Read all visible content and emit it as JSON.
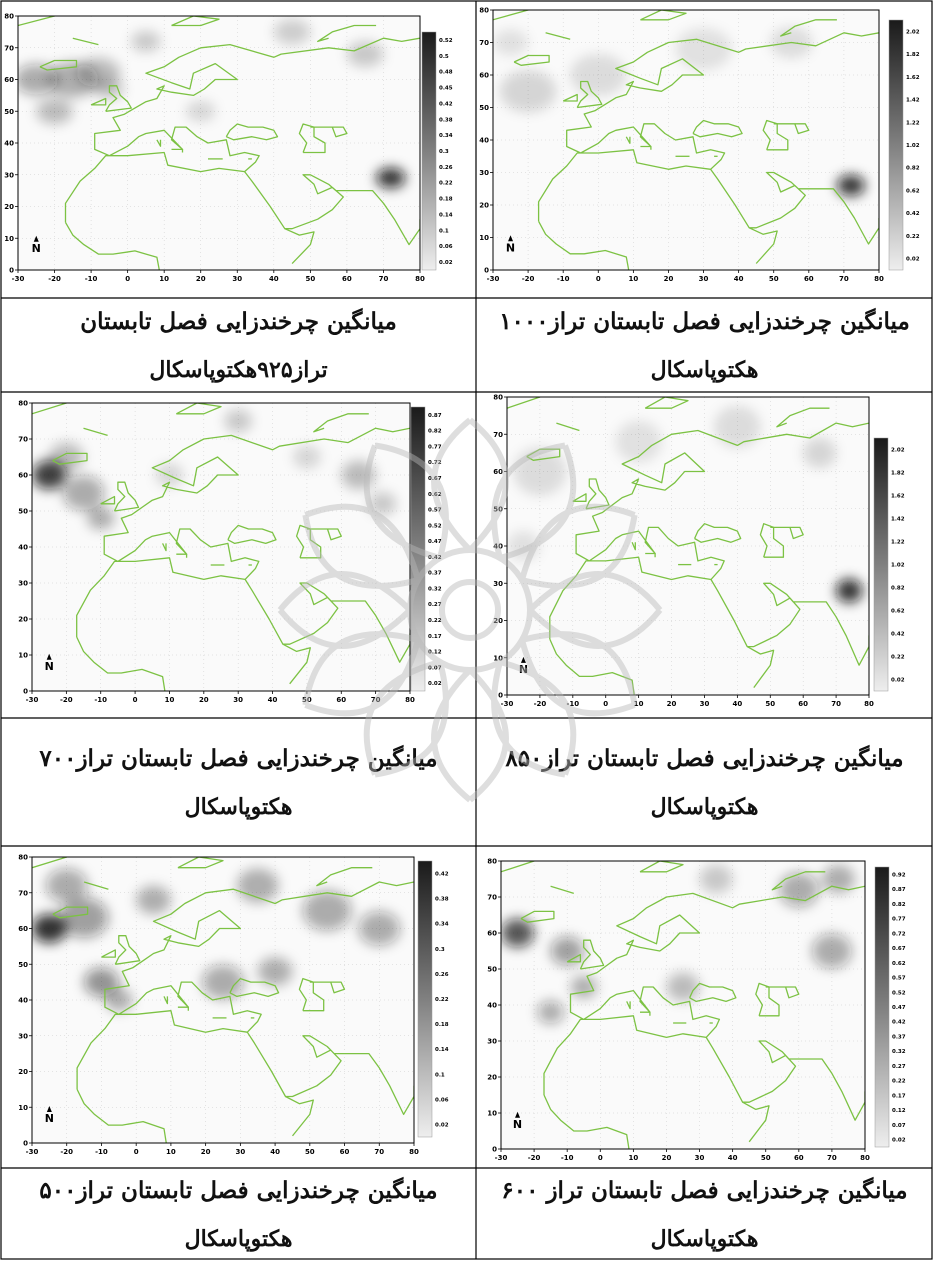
{
  "colors": {
    "coast": "#7cc243",
    "border": "#000000",
    "shade": "#111111",
    "grid": "#cccccc",
    "watermark": "#b8b8b8"
  },
  "axis": {
    "x_ticks": [
      "-30",
      "-20",
      "-10",
      "0",
      "10",
      "20",
      "30",
      "40",
      "50",
      "60",
      "70",
      "80"
    ],
    "y_ticks": [
      "0",
      "10",
      "20",
      "30",
      "40",
      "50",
      "60",
      "70",
      "80"
    ],
    "north_label": "N"
  },
  "panels": [
    {
      "id": "p925",
      "caption_line1": "میانگین چرخندزایی فصل تابستان",
      "caption_line2": "تراز۹۲۵هکتوپاسکال",
      "colorbar": [
        "0.52",
        "0.5",
        "0.48",
        "0.45",
        "0.42",
        "0.38",
        "0.34",
        "0.3",
        "0.26",
        "0.22",
        "0.18",
        "0.14",
        "0.1",
        "0.06",
        "0.02"
      ],
      "blobs": [
        [
          -25,
          60,
          6,
          0.35
        ],
        [
          -15,
          60,
          7,
          0.3
        ],
        [
          -20,
          50,
          5,
          0.25
        ],
        [
          -8,
          62,
          6,
          0.25
        ],
        [
          5,
          72,
          4,
          0.2
        ],
        [
          72,
          29,
          4,
          0.85
        ],
        [
          -5,
          57,
          4,
          0.2
        ],
        [
          45,
          75,
          5,
          0.18
        ],
        [
          65,
          68,
          5,
          0.2
        ],
        [
          20,
          50,
          4,
          0.15
        ]
      ]
    },
    {
      "id": "p1000",
      "caption_line1": "میانگین چرخندزایی فصل تابستان تراز۱۰۰۰",
      "caption_line2": "هکتوپاسکال",
      "colorbar": [
        "2.02",
        "1.82",
        "1.62",
        "1.42",
        "1.22",
        "1.02",
        "0.82",
        "0.62",
        "0.42",
        "0.22",
        "0.02"
      ],
      "blobs": [
        [
          -20,
          55,
          8,
          0.15
        ],
        [
          0,
          60,
          8,
          0.12
        ],
        [
          30,
          68,
          8,
          0.1
        ],
        [
          55,
          70,
          6,
          0.12
        ],
        [
          72,
          26,
          4,
          0.85
        ],
        [
          -25,
          70,
          5,
          0.1
        ]
      ]
    },
    {
      "id": "p700",
      "caption_line1": "میانگین چرخندزایی فصل تابستان تراز۷۰۰",
      "caption_line2": "هکتوپاسکال",
      "colorbar": [
        "0.87",
        "0.82",
        "0.77",
        "0.72",
        "0.67",
        "0.62",
        "0.57",
        "0.52",
        "0.47",
        "0.42",
        "0.37",
        "0.32",
        "0.27",
        "0.22",
        "0.17",
        "0.12",
        "0.07",
        "0.02"
      ],
      "blobs": [
        [
          -25,
          60,
          5,
          0.8
        ],
        [
          -15,
          55,
          6,
          0.35
        ],
        [
          -10,
          48,
          4,
          0.3
        ],
        [
          -20,
          65,
          5,
          0.25
        ],
        [
          30,
          75,
          4,
          0.2
        ],
        [
          65,
          60,
          5,
          0.25
        ],
        [
          72,
          52,
          4,
          0.2
        ],
        [
          10,
          60,
          4,
          0.15
        ],
        [
          50,
          65,
          4,
          0.15
        ]
      ]
    },
    {
      "id": "p850",
      "caption_line1": "میانگین چرخندزایی فصل تابستان تراز۸۵۰",
      "caption_line2": "هکتوپاسکال",
      "colorbar": [
        "2.02",
        "1.82",
        "1.62",
        "1.42",
        "1.22",
        "1.02",
        "0.82",
        "0.62",
        "0.42",
        "0.22",
        "0.02"
      ],
      "blobs": [
        [
          -20,
          60,
          8,
          0.12
        ],
        [
          10,
          68,
          7,
          0.1
        ],
        [
          40,
          72,
          7,
          0.12
        ],
        [
          65,
          65,
          5,
          0.15
        ],
        [
          74,
          28,
          4,
          0.85
        ],
        [
          -25,
          40,
          5,
          0.1
        ]
      ]
    },
    {
      "id": "p500",
      "caption_line1": "میانگین چرخندزایی فصل تابستان تراز۵۰۰",
      "caption_line2": "هکتوپاسکال",
      "colorbar": [
        "0.42",
        "0.38",
        "0.34",
        "0.3",
        "0.26",
        "0.22",
        "0.18",
        "0.14",
        "0.1",
        "0.06",
        "0.02"
      ],
      "blobs": [
        [
          -25,
          60,
          5,
          0.85
        ],
        [
          -15,
          63,
          7,
          0.4
        ],
        [
          -10,
          45,
          5,
          0.45
        ],
        [
          -20,
          72,
          6,
          0.35
        ],
        [
          5,
          68,
          5,
          0.3
        ],
        [
          25,
          45,
          6,
          0.35
        ],
        [
          40,
          48,
          5,
          0.3
        ],
        [
          55,
          65,
          7,
          0.35
        ],
        [
          70,
          60,
          6,
          0.35
        ],
        [
          -5,
          40,
          4,
          0.3
        ],
        [
          35,
          72,
          6,
          0.3
        ]
      ]
    },
    {
      "id": "p600",
      "caption_line1": "میانگین چرخندزایی فصل تابستان تراز ۶۰۰",
      "caption_line2": "هکتوپاسکال",
      "colorbar": [
        "0.92",
        "0.87",
        "0.82",
        "0.77",
        "0.72",
        "0.67",
        "0.62",
        "0.57",
        "0.52",
        "0.47",
        "0.42",
        "0.37",
        "0.32",
        "0.27",
        "0.22",
        "0.17",
        "0.12",
        "0.07",
        "0.02"
      ],
      "blobs": [
        [
          -25,
          60,
          5,
          0.7
        ],
        [
          -10,
          55,
          5,
          0.4
        ],
        [
          -15,
          38,
          4,
          0.35
        ],
        [
          -5,
          45,
          4,
          0.3
        ],
        [
          60,
          72,
          6,
          0.35
        ],
        [
          70,
          55,
          6,
          0.35
        ],
        [
          25,
          45,
          5,
          0.25
        ],
        [
          35,
          75,
          5,
          0.2
        ],
        [
          72,
          75,
          5,
          0.3
        ]
      ]
    }
  ]
}
